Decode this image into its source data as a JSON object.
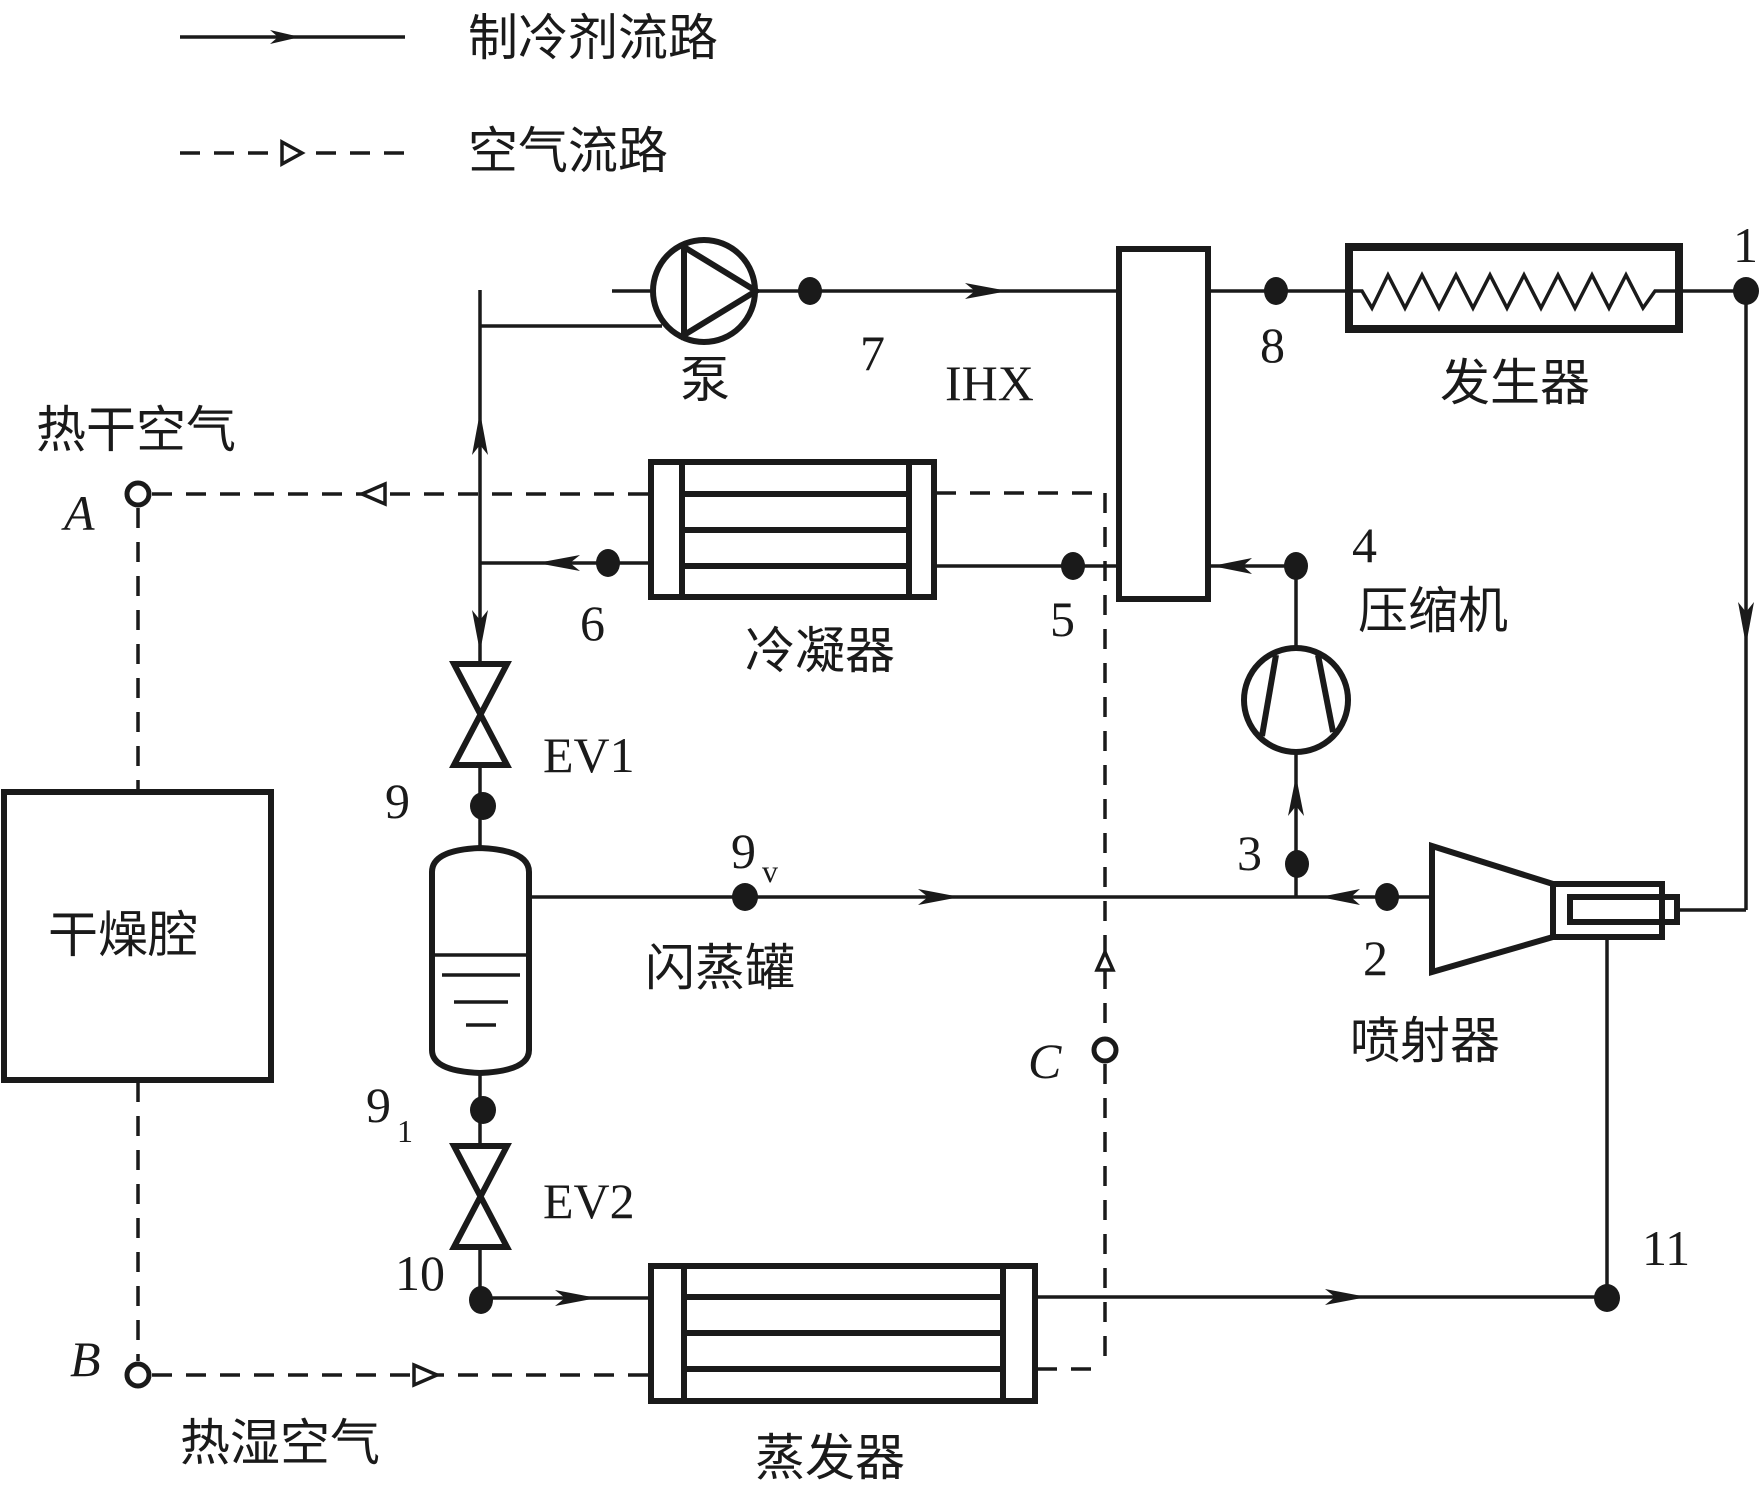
{
  "legend": {
    "refrigerant_flow": "制冷剂流路",
    "air_flow": "空气流路"
  },
  "components": {
    "pump": "泵",
    "ihx": "IHX",
    "generator": "发生器",
    "condenser": "冷凝器",
    "compressor": "压缩机",
    "ev1": "EV1",
    "ev2": "EV2",
    "flash_tank": "闪蒸罐",
    "ejector": "喷射器",
    "evaporator": "蒸发器",
    "drying_chamber": "干燥腔"
  },
  "air": {
    "hot_dry": "热干空气",
    "hot_humid": "热湿空气",
    "port_a": "A",
    "port_b": "B",
    "port_c": "C"
  },
  "states": {
    "s1": "1",
    "s2": "2",
    "s3": "3",
    "s4": "4",
    "s5": "5",
    "s6": "6",
    "s7": "7",
    "s8": "8",
    "s9": "9",
    "s9v_main": "9",
    "s9v_sub": "v",
    "s91_main": "9",
    "s91_sub": "1",
    "s10": "10",
    "s11": "11"
  }
}
